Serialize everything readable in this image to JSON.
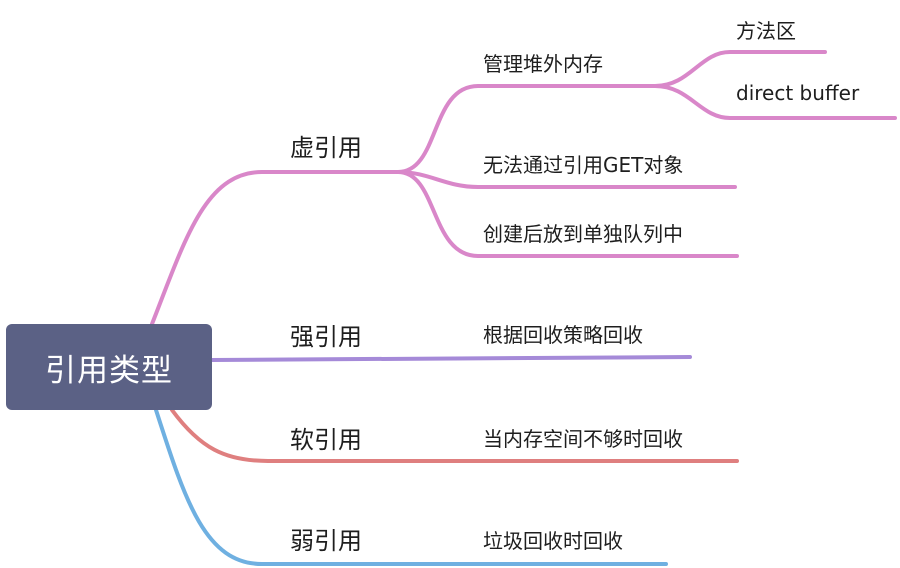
{
  "root": {
    "label": "引用类型"
  },
  "colors": {
    "phantom": "#d987c9",
    "strong": "#a58ad8",
    "soft": "#df7f7f",
    "weak": "#6fb0e1",
    "root_bg": "#5b6185"
  },
  "branches": {
    "phantom": {
      "label": "虚引用",
      "children": [
        {
          "label": "管理堆外内存",
          "children": [
            "方法区",
            "direct buffer"
          ]
        },
        {
          "label": "无法通过引用GET对象"
        },
        {
          "label": "创建后放到单独队列中"
        }
      ]
    },
    "strong": {
      "label": "强引用",
      "children": [
        {
          "label": "根据回收策略回收"
        }
      ]
    },
    "soft": {
      "label": "软引用",
      "children": [
        {
          "label": "当内存空间不够时回收"
        }
      ]
    },
    "weak": {
      "label": "弱引用",
      "children": [
        {
          "label": "垃圾回收时回收"
        }
      ]
    }
  }
}
